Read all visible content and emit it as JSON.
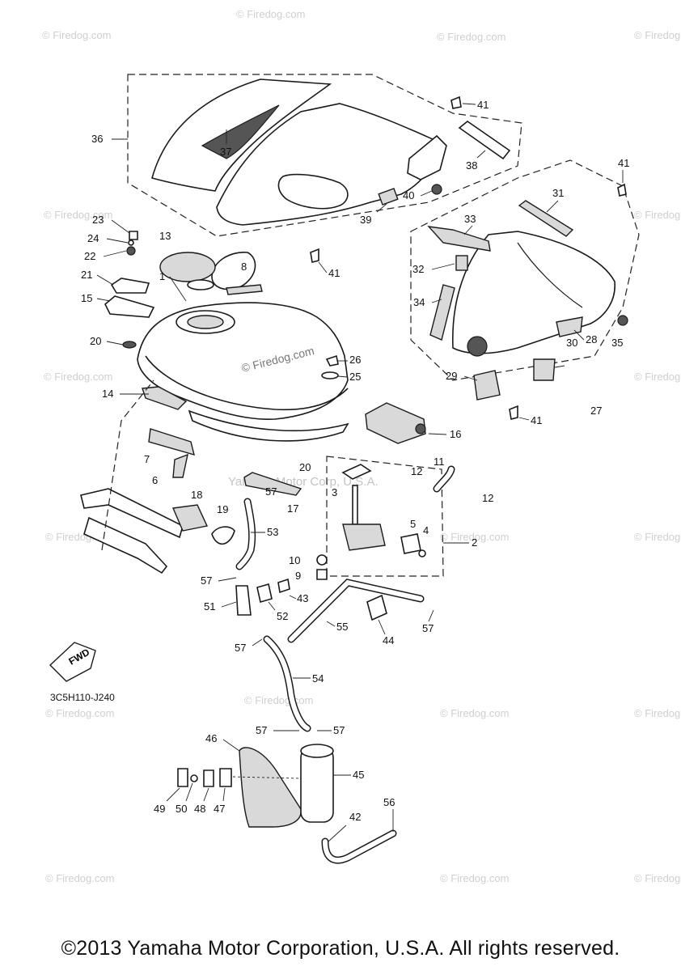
{
  "watermark": "© Firedog.com",
  "center_watermark": "Yamaha Motor Corp, U.S.A.",
  "tank_watermark": "© Firedog.com",
  "fwd_label": "FWD",
  "diagram_code": "3C5H110-J240",
  "copyright": "©2013 Yamaha Motor Corporation, U.S.A. All rights reserved.",
  "callouts": [
    "1",
    "2",
    "3",
    "4",
    "5",
    "6",
    "7",
    "8",
    "9",
    "10",
    "11",
    "12",
    "12",
    "13",
    "14",
    "15",
    "16",
    "17",
    "18",
    "19",
    "20",
    "20",
    "21",
    "22",
    "23",
    "24",
    "25",
    "26",
    "27",
    "28",
    "29",
    "30",
    "31",
    "32",
    "33",
    "34",
    "35",
    "36",
    "37",
    "38",
    "39",
    "40",
    "41",
    "41",
    "41",
    "41",
    "42",
    "43",
    "44",
    "45",
    "46",
    "47",
    "48",
    "49",
    "50",
    "51",
    "52",
    "53",
    "54",
    "55",
    "56",
    "57",
    "57",
    "57",
    "57",
    "57",
    "57"
  ]
}
